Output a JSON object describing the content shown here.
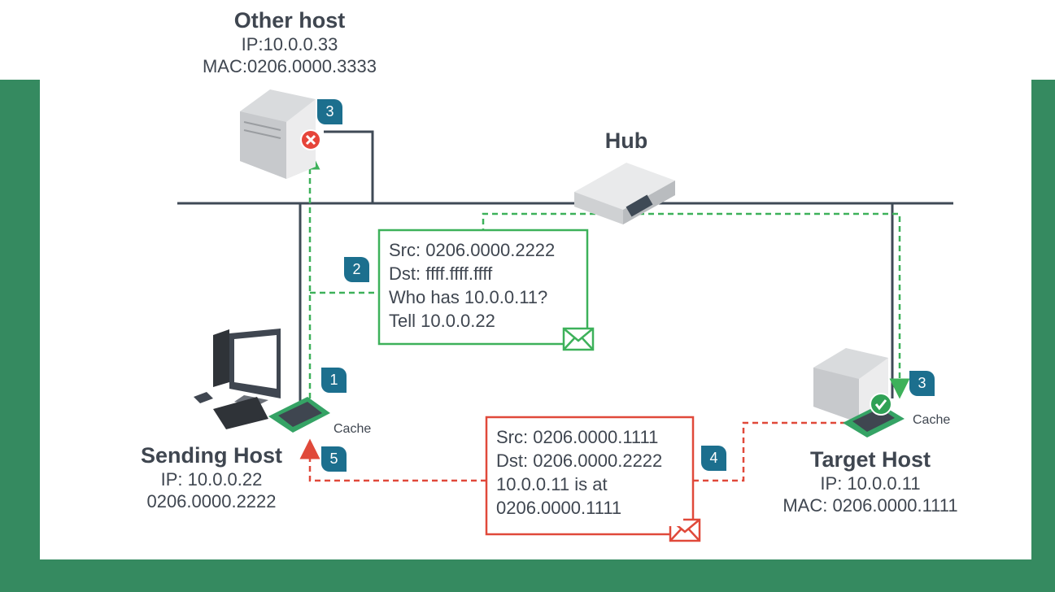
{
  "colors": {
    "frame": "#358a60",
    "wire": "#3f4a56",
    "request_path": "#3db15a",
    "reply_path": "#e0493a",
    "badge": "#1c6f8e",
    "text": "#3f4650",
    "reject_icon": "#e6453a",
    "accept_icon": "#2fa155"
  },
  "hub": {
    "label": "Hub"
  },
  "other_host": {
    "title": "Other host",
    "ip": "IP:10.0.0.33",
    "mac": "MAC:0206.0000.3333",
    "badge": "3",
    "status_icon": "x-circle-icon"
  },
  "sending_host": {
    "title": "Sending Host",
    "ip": "IP: 10.0.0.22",
    "mac": "0206.0000.2222",
    "cache_label": "Cache",
    "badges": [
      "1",
      "5"
    ]
  },
  "target_host": {
    "title": "Target Host",
    "ip": "IP: 10.0.0.11",
    "mac": "MAC: 0206.0000.1111",
    "cache_label": "Cache",
    "badge": "3",
    "status_icon": "check-circle-icon"
  },
  "arp_request": {
    "badge": "2",
    "lines": [
      "Src: 0206.0000.2222",
      "Dst: ffff.ffff.ffff",
      "Who has 10.0.0.11?",
      "Tell 10.0.0.22"
    ],
    "icon": "envelope-icon"
  },
  "arp_reply": {
    "badge": "4",
    "lines": [
      "Src: 0206.0000.1111",
      "Dst: 0206.0000.2222",
      "10.0.0.11 is at",
      "0206.0000.1111"
    ],
    "icon": "envelope-icon"
  }
}
